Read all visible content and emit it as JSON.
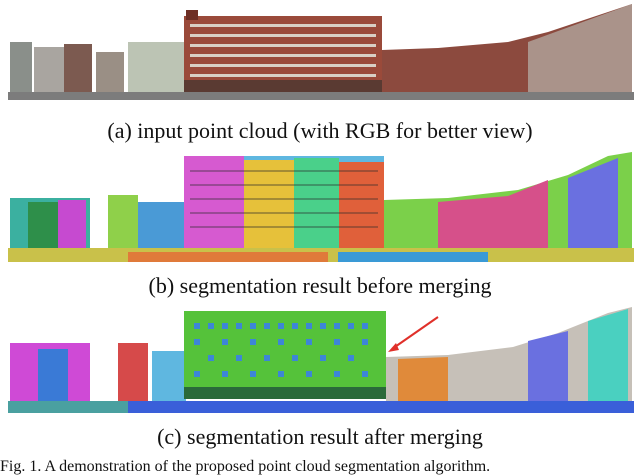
{
  "panels": [
    {
      "id": "a",
      "caption": "(a) input point cloud (with RGB for better view)",
      "kind": "rgb"
    },
    {
      "id": "b",
      "caption": "(b) segmentation result before merging",
      "kind": "seg-before"
    },
    {
      "id": "c",
      "caption": "(c) segmentation result after merging",
      "kind": "seg-after"
    }
  ],
  "figure_caption": "Fig. 1. A demonstration of the proposed point cloud segmentation algorithm.",
  "colors": {
    "brick": "#9a4a3a",
    "brick_dark": "#6e2f25",
    "window": "#e9e3da",
    "merged_wall": "#55c23a",
    "merged_wall_windows": "#3d86d6",
    "arrow": "#e0302a",
    "ground_blue": "#3a5fd9"
  }
}
